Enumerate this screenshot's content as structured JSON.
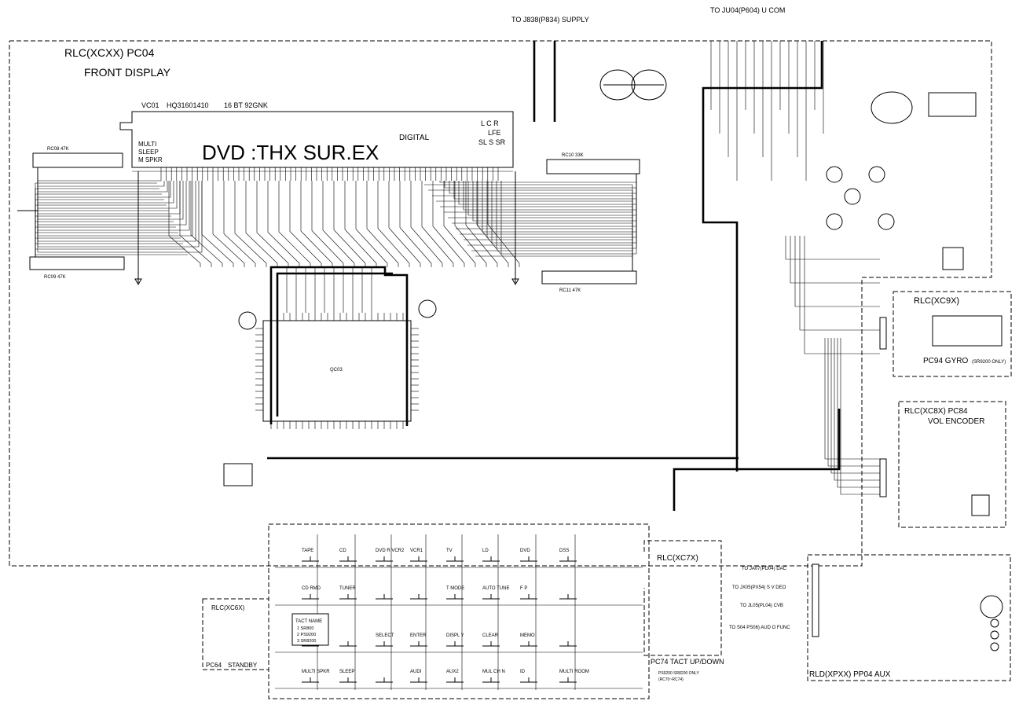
{
  "title": {
    "model": "RLC(XCXX)  PC04",
    "name": "FRONT DISPLAY"
  },
  "connectors": {
    "supply": "TO J838(P834) SUPPLY",
    "ucom": "TO JU04(P604) U COM",
    "dac": "TO JA07(PD04) DAC",
    "svideo": "TO JX05(PX54) S V DEO",
    "cvbs": "TO JL05(PL04) CVB",
    "audio": "TO  S04 PS06) AUD O FUNC"
  },
  "vfd": {
    "ref": "VC01",
    "part": "HQ31601410",
    "type": "16 BT 92GNK",
    "main_text": "DVD :THX SUR.EX",
    "left_labels": [
      "MULTI",
      "SLEEP",
      "M SPKR"
    ],
    "digital": "DIGITAL",
    "ch_row1": "L  C  R",
    "ch_row2": "LFE",
    "ch_row3": "SL  S  SR"
  },
  "ic": {
    "ref": "QC03"
  },
  "resistor_arrays": [
    "RC08   47K",
    "RC09   47K",
    "RC10   33K",
    "RC11   47K"
  ],
  "subboards": {
    "gyro": {
      "title": "RLC(XC9X)",
      "footer": "PC94 GYRO",
      "note": "(SR9200 ONLY)"
    },
    "encoder": {
      "title": "RLC(XC8X)   PC84",
      "subtitle": "VOL ENCODER"
    },
    "updown": {
      "title": "RLC(XC7X)",
      "footer": "PC74 TACT UP/DOWN",
      "note1": "PS9200 SR8200 ONLY",
      "note2": "(RC70~RC74)"
    },
    "standby": {
      "title": "RLC(XC6X)",
      "footer": "PC64",
      "label": "STANDBY"
    },
    "aux": {
      "footer": "RLD(XPXX)  PP04  AUX"
    }
  },
  "keys": {
    "row1": [
      "TAPE",
      "CD",
      "DVD R VCR2",
      "VCR1",
      "TV",
      "LD",
      "DVD",
      "DSS"
    ],
    "row2": [
      "CD RMD",
      "TUNER",
      "",
      "",
      "T MODE",
      "AUTO TUNE",
      "F P",
      ""
    ],
    "row3": [
      "",
      "",
      "SELECT",
      "ENTER",
      "DISPL Y",
      "CLEAR",
      "MEMO",
      ""
    ],
    "row4": [
      "MULTI SPKR",
      "SLEEP",
      "",
      "AUDI",
      "AUX2",
      "MUL CH N",
      "ID",
      "MULTI ROOM"
    ],
    "tact_box": {
      "title": "TACT NAME",
      "lines": [
        "1 SR800",
        "2 PS9200",
        "3 SR8200"
      ]
    }
  }
}
